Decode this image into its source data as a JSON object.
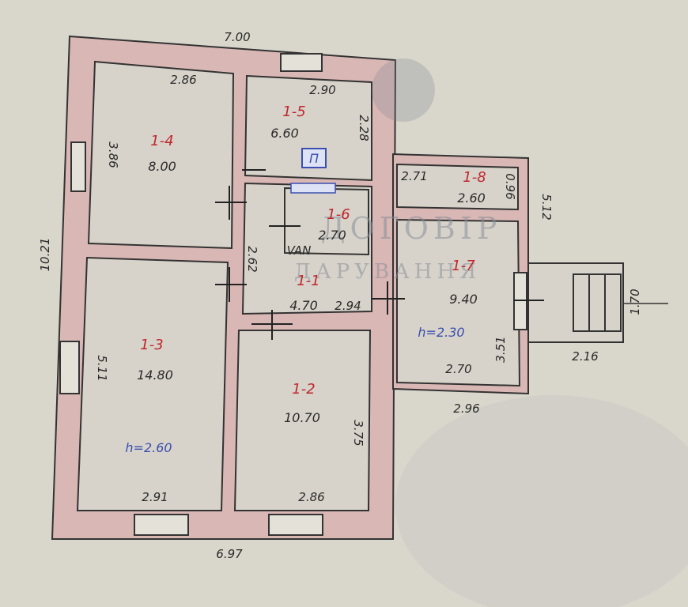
{
  "overall": {
    "top_width": "7.00",
    "bottom_width": "6.97",
    "left_length": "10.21",
    "right_length": "5.12"
  },
  "rooms": [
    {
      "id": "1-4",
      "area": "8.00",
      "width": "2.86",
      "depth": "3.86"
    },
    {
      "id": "1-5",
      "area": "6.60",
      "width": "2.90",
      "depth": "2.28"
    },
    {
      "id": "1-6",
      "area": "2.70",
      "note": "VAN"
    },
    {
      "id": "1-1",
      "area": "4.70",
      "width": "2.94",
      "depth": "2.62"
    },
    {
      "id": "1-3",
      "area": "14.80",
      "width": "2.91",
      "depth": "5.11",
      "height": "h=2.60"
    },
    {
      "id": "1-2",
      "area": "10.70",
      "width": "2.86",
      "depth": "3.75"
    },
    {
      "id": "1-7",
      "area": "9.40",
      "width": "2.70",
      "depth": "3.51",
      "height": "h=2.30"
    },
    {
      "id": "1-8",
      "area": "2.60",
      "width": "2.71",
      "depth": "0.96"
    }
  ],
  "extension_width": "2.96",
  "porch": {
    "width": "2.16",
    "depth": "1.70"
  },
  "stove_label": "П",
  "watermark": {
    "line1": "ДОГОВІР",
    "line2": "ДАРУВАННЯ"
  }
}
